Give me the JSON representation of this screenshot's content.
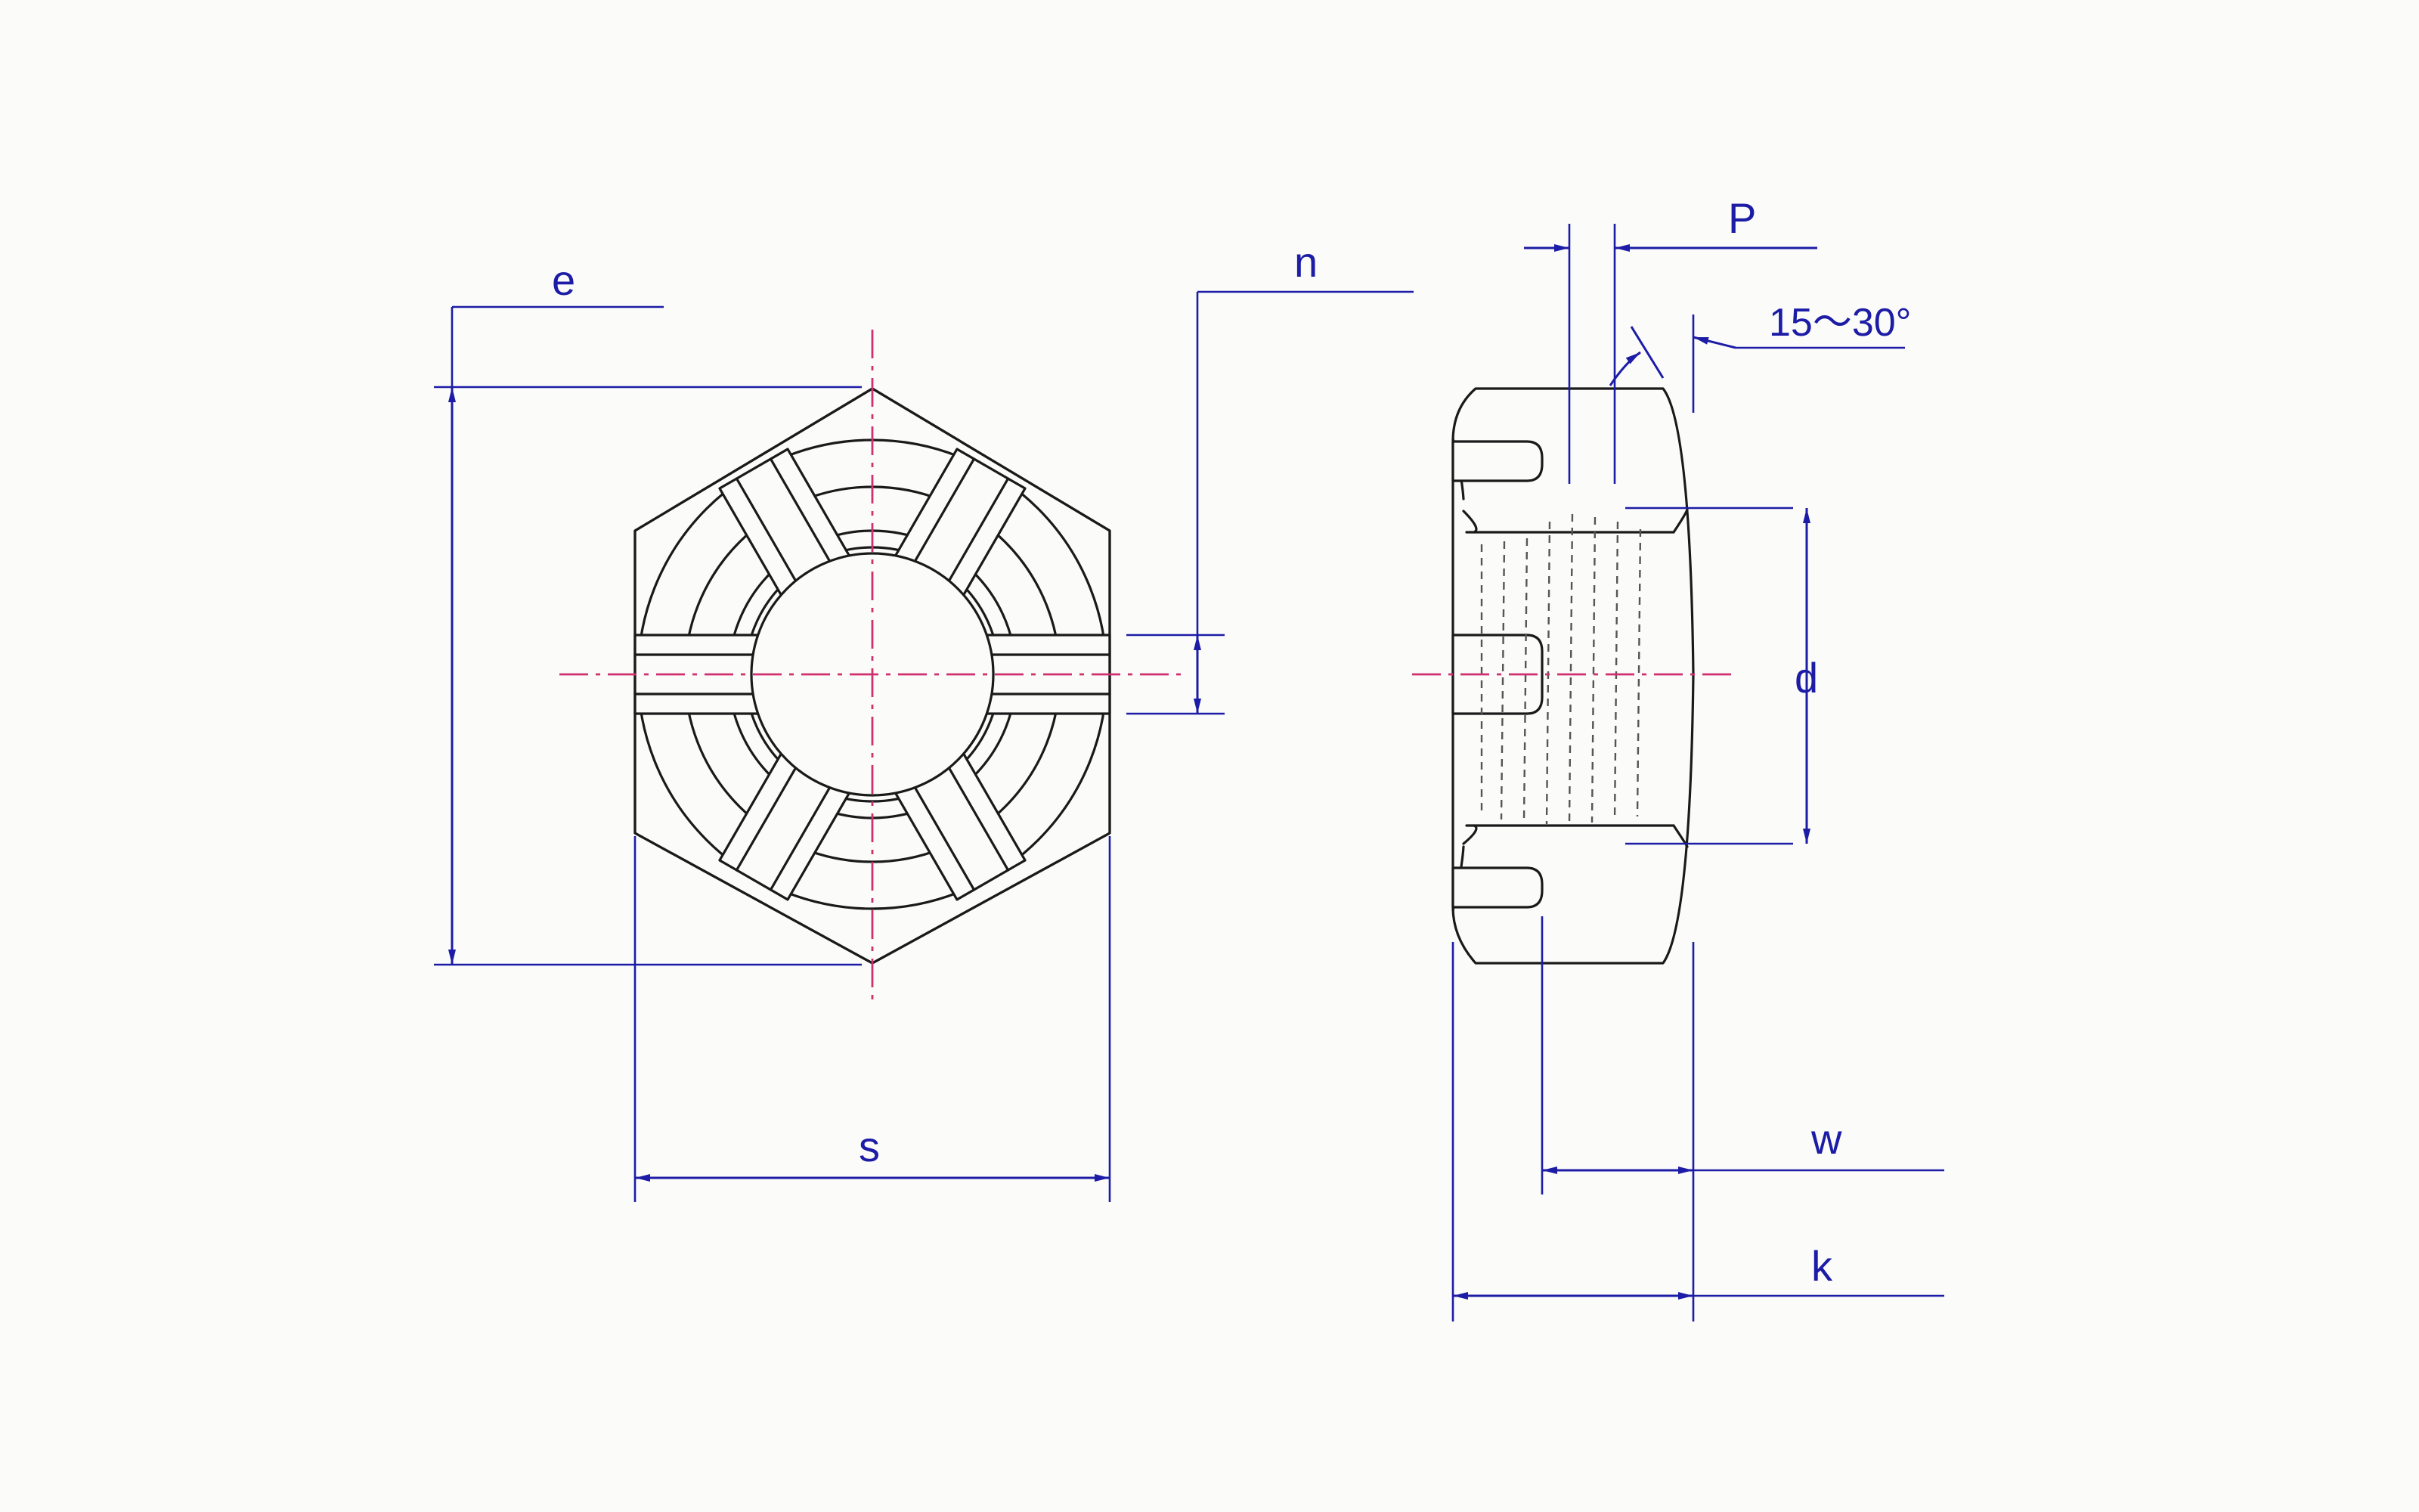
{
  "labels": {
    "e": "e",
    "n": "n",
    "s": "s",
    "p": "P",
    "angle": "15～30°",
    "d": "d",
    "w": "w",
    "k": "k"
  },
  "colors": {
    "dimension": "#1c1ca6",
    "centerline": "#d0306e",
    "outline": "#1a1a1a"
  }
}
